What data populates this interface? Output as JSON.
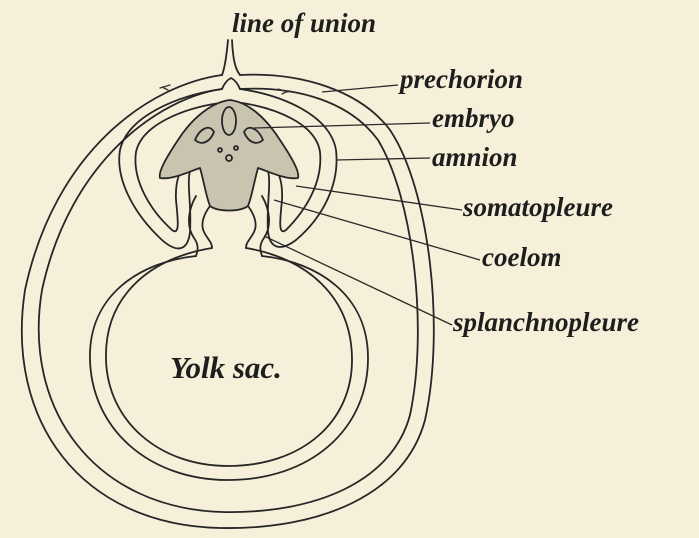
{
  "diagram": {
    "labels": {
      "line_of_union": "line of union",
      "prechorion": "prechorion",
      "embryo": "embryo",
      "amnion": "amnion",
      "somatopleure": "somatopleure",
      "coelom": "coelom",
      "splanchnopleure": "splanchnopleure",
      "yolk_sac": "Yolk sac."
    },
    "colors": {
      "paper": "#f6efd9",
      "ink": "#262626",
      "stipple": "#c9c4b0"
    }
  }
}
